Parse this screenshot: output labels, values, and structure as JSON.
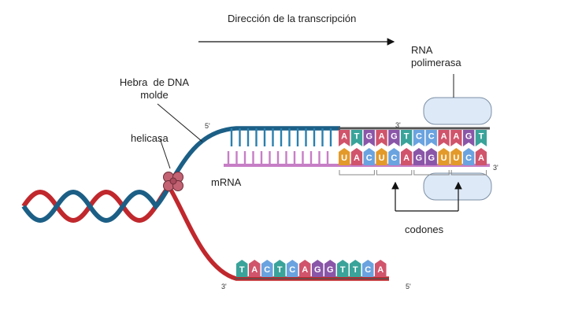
{
  "labels": {
    "direction": "Dirección de la transcripción",
    "rna_pol_line1": "RNA",
    "rna_pol_line2": "polimerasa",
    "template_line1": "Hebra  de DNA",
    "template_line2": "molde",
    "helicase": "helicasa",
    "mrna": "mRNA",
    "codons": "codones",
    "prime5_top": "5'",
    "prime3_top": "3'",
    "prime3_right": "3'",
    "prime3_bottom": "3'",
    "prime5_bottom": "5'"
  },
  "template_bases": [
    "A",
    "T",
    "G",
    "A",
    "G",
    "T",
    "C",
    "C",
    "A",
    "A",
    "G",
    "T"
  ],
  "mrna_bases": [
    "U",
    "A",
    "C",
    "U",
    "C",
    "A",
    "G",
    "G",
    "U",
    "U",
    "C",
    "A"
  ],
  "coding_bases": [
    "T",
    "A",
    "C",
    "T",
    "C",
    "A",
    "G",
    "G",
    "T",
    "T",
    "C",
    "A"
  ],
  "colors": {
    "template_strand": "#1c5f86",
    "coding_strand": "#c0282d",
    "mrna_backbone": "#c77ec6",
    "polymerase": "#dde9f6",
    "helicase": "#c26272",
    "A": "#d0546b",
    "T": "#3aa39a",
    "G": "#8a56a8",
    "C": "#6aa3df",
    "U": "#e39a2a"
  }
}
